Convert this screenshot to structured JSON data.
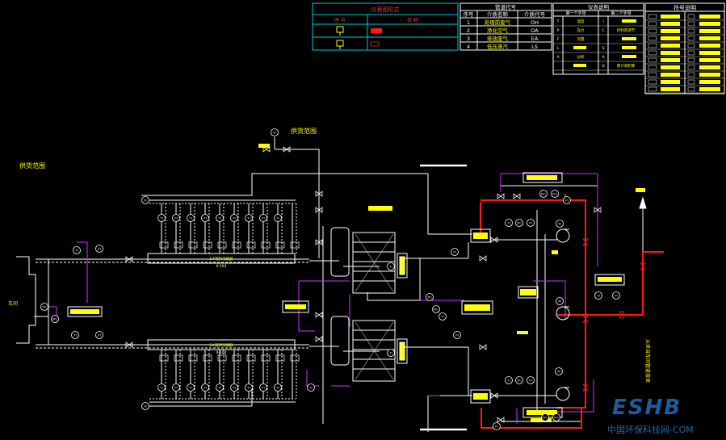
{
  "legends": {
    "instrument_forms": {
      "title": "仪表图形式",
      "headers": [
        "序    号",
        "名    称"
      ]
    },
    "pipe_codes": {
      "title": "管道代号",
      "headers": [
        "序号",
        "介质名称",
        "介质代号"
      ],
      "rows": [
        {
          "no": "1",
          "name": "处理前废气",
          "code": "OH"
        },
        {
          "no": "2",
          "name": "净化空气",
          "code": "OA"
        },
        {
          "no": "3",
          "name": "排放废气",
          "code": "EA"
        },
        {
          "no": "4",
          "name": "低压蒸汽",
          "code": "LS"
        }
      ]
    },
    "instrument_desc": {
      "title": "仪表说明",
      "headers": [
        "第一个字母",
        "第二个字母"
      ],
      "rows": [
        {
          "l1": "T",
          "d1": "温度",
          "l2": "I",
          "d2": ""
        },
        {
          "l1": "P",
          "d1": "压力",
          "l2": "C",
          "d2": "控制或调节"
        },
        {
          "l1": "F",
          "d1": "流量",
          "l2": "",
          "d2": ""
        },
        {
          "l1": "L",
          "d1": "",
          "l2": "S",
          "d2": ""
        },
        {
          "l1": "A",
          "d1": "分析",
          "l2": "A",
          "d2": ""
        },
        {
          "l1": "",
          "d1": "",
          "l2": "Q",
          "d2": "累计或积算"
        }
      ]
    },
    "symbol_desc": {
      "title": "符号说明",
      "rows": [
        "",
        "",
        "",
        "",
        "",
        "",
        "",
        "",
        "",
        "",
        ""
      ]
    }
  },
  "diagram": {
    "supply_scope_left": "供货范围",
    "supply_scope_top": "供货范围",
    "workshop_label": "车间",
    "header1": {
      "name": "1#吸附浓缩器",
      "tag": "X-103"
    },
    "header2": {
      "name": "2#吸附浓缩器",
      "tag": "X-104"
    },
    "outlet_label": "从来自车间管道接来",
    "instruments": {
      "fi": "FI",
      "pi": "PI",
      "ti": "TI",
      "tic": "TIC",
      "mv": "M",
      "fic": "FIC",
      "pic": "PIC"
    }
  },
  "watermark": {
    "logo": "ESHB",
    "site": "中国环保科技网-COM"
  },
  "colors": {
    "line": "#ffffff",
    "signal": "#cc33ff",
    "steam": "#ff2020",
    "label": "#ffff00",
    "table": "#00c8d8"
  }
}
